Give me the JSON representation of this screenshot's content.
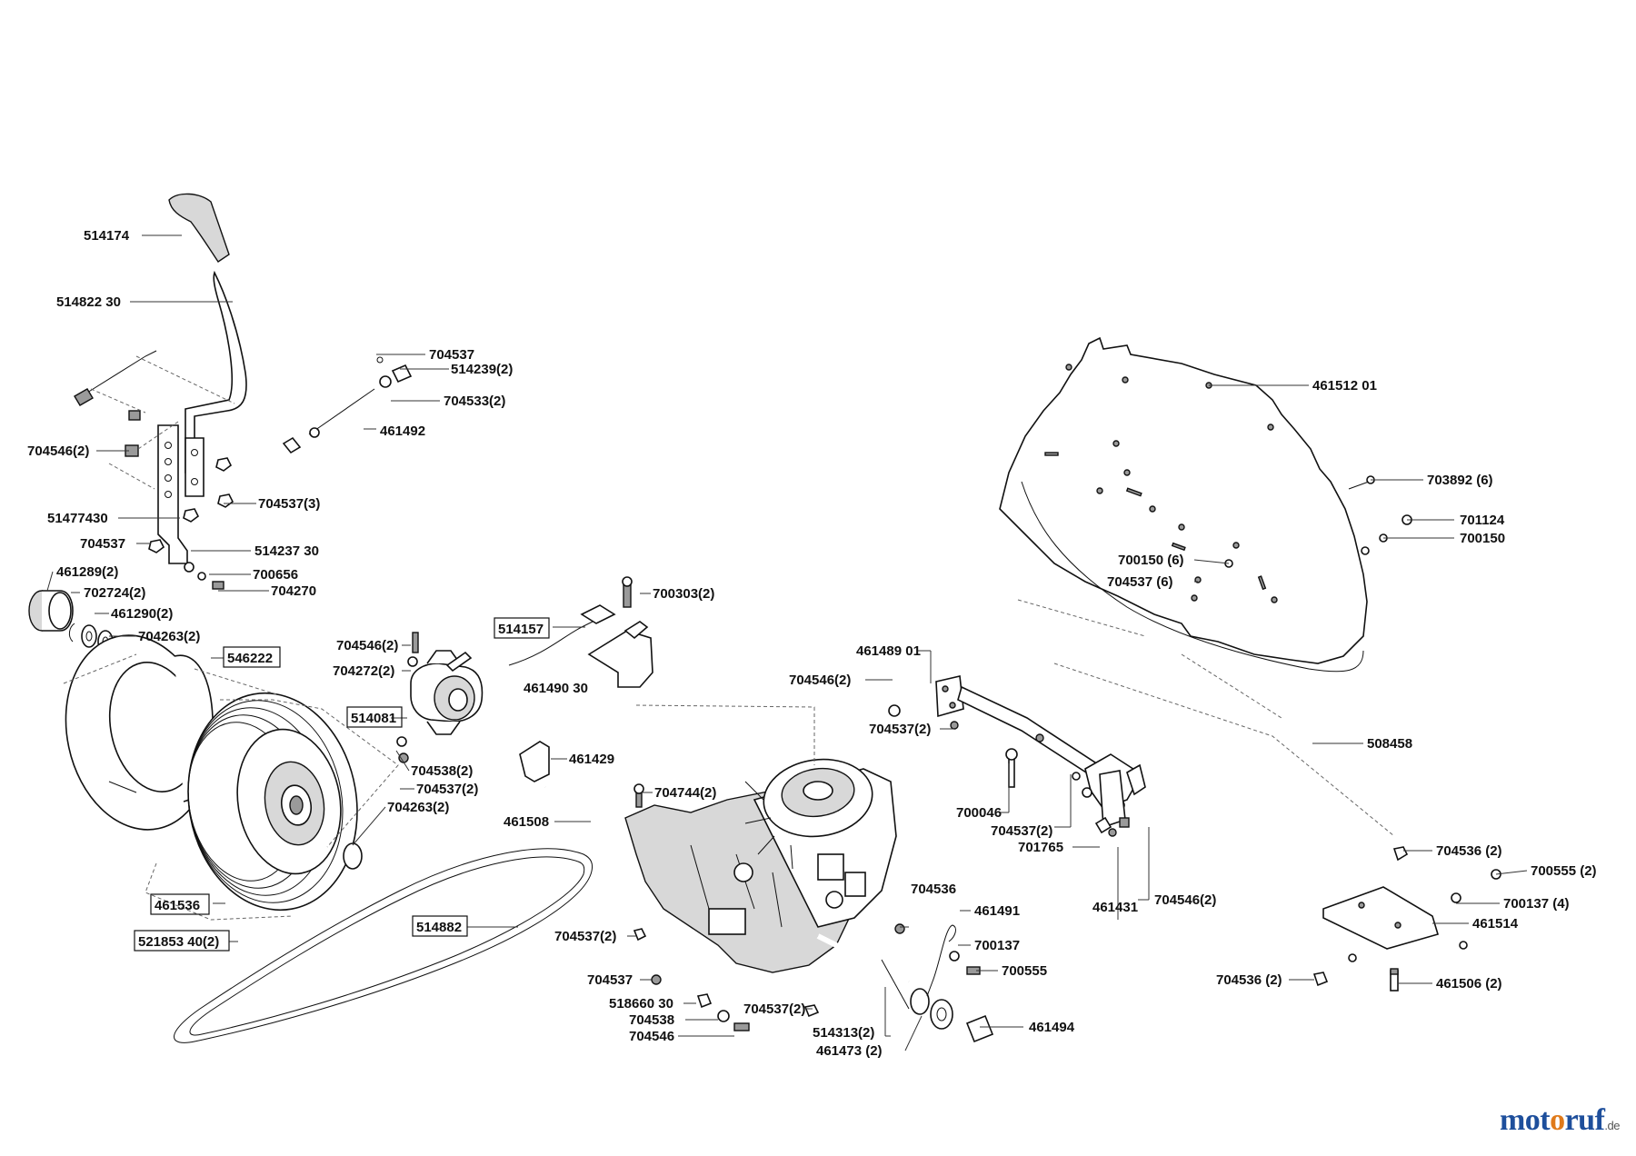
{
  "labels": [
    {
      "id": "l1",
      "text": "514174"
    },
    {
      "id": "l2",
      "text": "514822 30"
    },
    {
      "id": "l3",
      "text": "704537"
    },
    {
      "id": "l4",
      "text": "514239(2)"
    },
    {
      "id": "l5",
      "text": "704533(2)"
    },
    {
      "id": "l6",
      "text": "461492"
    },
    {
      "id": "l7",
      "text": "704546(2)"
    },
    {
      "id": "l8",
      "text": "704537(3)"
    },
    {
      "id": "l9",
      "text": "51477430"
    },
    {
      "id": "l10",
      "text": "704537"
    },
    {
      "id": "l11",
      "text": "514237 30"
    },
    {
      "id": "l12",
      "text": "461289(2)"
    },
    {
      "id": "l13",
      "text": "700656"
    },
    {
      "id": "l14",
      "text": "704270"
    },
    {
      "id": "l15",
      "text": "702724(2)"
    },
    {
      "id": "l16",
      "text": "461290(2)"
    },
    {
      "id": "l17",
      "text": "704263(2)"
    },
    {
      "id": "l18",
      "text": "546222"
    },
    {
      "id": "l19",
      "text": "704546(2)"
    },
    {
      "id": "l20",
      "text": "704272(2)"
    },
    {
      "id": "l21",
      "text": "514081"
    },
    {
      "id": "l22",
      "text": "514157"
    },
    {
      "id": "l23",
      "text": "700303(2)"
    },
    {
      "id": "l24",
      "text": "461490 30"
    },
    {
      "id": "l25",
      "text": "461429"
    },
    {
      "id": "l26",
      "text": "704538(2)"
    },
    {
      "id": "l27",
      "text": "704537(2)"
    },
    {
      "id": "l28",
      "text": "704263(2)"
    },
    {
      "id": "l29",
      "text": "461508"
    },
    {
      "id": "l30",
      "text": "704744(2)"
    },
    {
      "id": "l31",
      "text": "461536"
    },
    {
      "id": "l32",
      "text": "521853 40(2)"
    },
    {
      "id": "l33",
      "text": "514882"
    },
    {
      "id": "l34",
      "text": "704537(2)"
    },
    {
      "id": "l35",
      "text": "704537"
    },
    {
      "id": "l36",
      "text": "518660 30"
    },
    {
      "id": "l37",
      "text": "704538"
    },
    {
      "id": "l38",
      "text": "704546"
    },
    {
      "id": "l39",
      "text": "704537(2)"
    },
    {
      "id": "l40",
      "text": "514313(2)"
    },
    {
      "id": "l41",
      "text": "461473 (2)"
    },
    {
      "id": "l42",
      "text": "461494"
    },
    {
      "id": "l43",
      "text": "704536"
    },
    {
      "id": "l44",
      "text": "461491"
    },
    {
      "id": "l45",
      "text": "700137"
    },
    {
      "id": "l46",
      "text": "700555"
    },
    {
      "id": "l47",
      "text": "461489  01"
    },
    {
      "id": "l48",
      "text": "704546(2)"
    },
    {
      "id": "l49",
      "text": "704537(2)"
    },
    {
      "id": "l50",
      "text": "700046"
    },
    {
      "id": "l51",
      "text": "704537(2)"
    },
    {
      "id": "l52",
      "text": "701765"
    },
    {
      "id": "l53",
      "text": "461431"
    },
    {
      "id": "l54",
      "text": "704546(2)"
    },
    {
      "id": "l55",
      "text": "461512 01"
    },
    {
      "id": "l56",
      "text": "703892 (6)"
    },
    {
      "id": "l57",
      "text": "701124"
    },
    {
      "id": "l58",
      "text": "700150"
    },
    {
      "id": "l59",
      "text": "700150 (6)"
    },
    {
      "id": "l60",
      "text": "704537 (6)"
    },
    {
      "id": "l61",
      "text": "508458"
    },
    {
      "id": "l62",
      "text": "704536 (2)"
    },
    {
      "id": "l63",
      "text": "700555 (2)"
    },
    {
      "id": "l64",
      "text": "700137 (4)"
    },
    {
      "id": "l65",
      "text": "461514"
    },
    {
      "id": "l66",
      "text": "704536 (2)"
    },
    {
      "id": "l67",
      "text": "461506 (2)"
    }
  ],
  "brand": {
    "part1": "mot",
    "part2": "o",
    "part3": "ruf",
    "tld": ".de"
  }
}
